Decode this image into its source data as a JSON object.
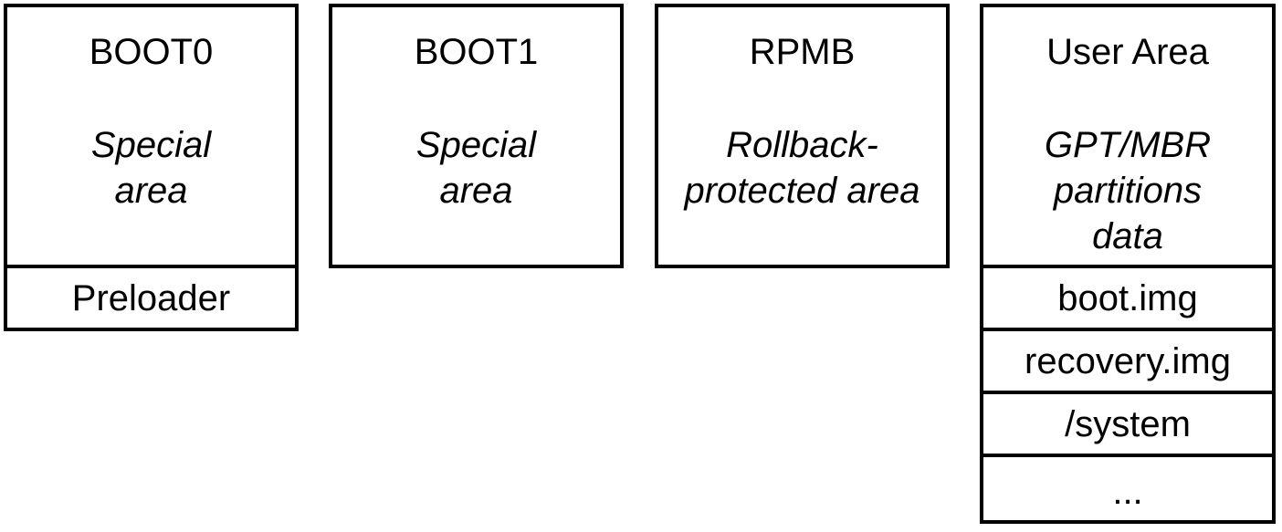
{
  "diagram": {
    "partitions": [
      {
        "title": "BOOT0",
        "description": [
          "Special",
          "area"
        ],
        "sub_rows": [
          "Preloader"
        ]
      },
      {
        "title": "BOOT1",
        "description": [
          "Special",
          "area"
        ],
        "sub_rows": []
      },
      {
        "title": "RPMB",
        "description": [
          "Rollback-",
          "protected area"
        ],
        "sub_rows": []
      },
      {
        "title": "User Area",
        "description": [
          "GPT/MBR",
          "partitions",
          "data"
        ],
        "sub_rows": [
          "boot.img",
          "recovery.img",
          "/system",
          "..."
        ]
      }
    ]
  }
}
